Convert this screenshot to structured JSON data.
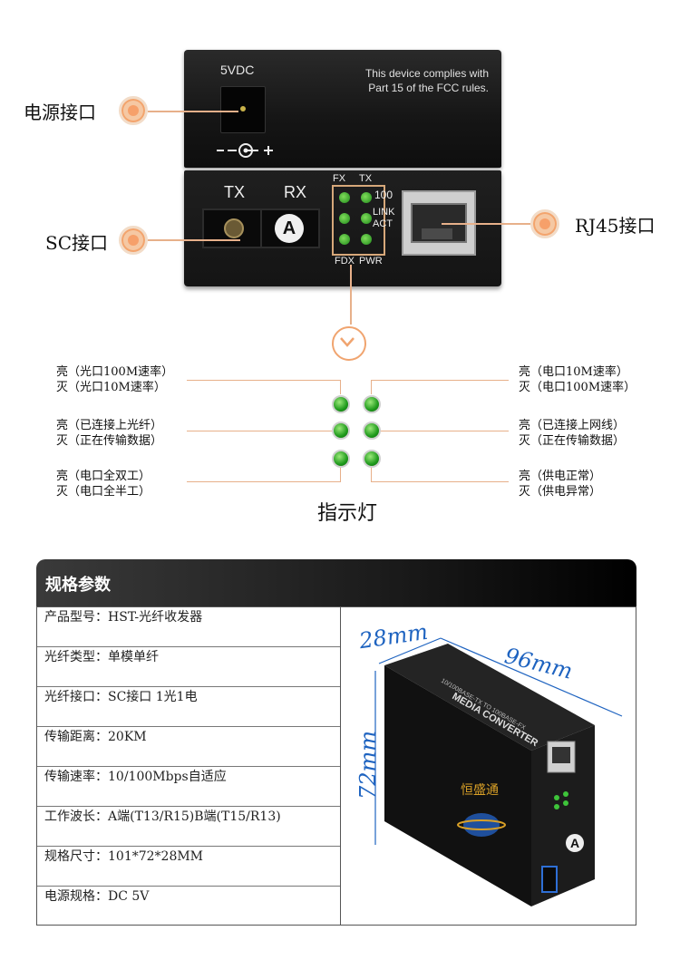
{
  "device": {
    "power_label": "5VDC",
    "fcc_line1": "This device complies with",
    "fcc_line2": "Part 15 of the FCC rules.",
    "polarity": "-‒⊙-+",
    "tx": "TX",
    "rx": "RX",
    "badge": "A",
    "led_fx": "FX",
    "led_tx": "TX",
    "led_100": "100",
    "led_link": "LINK",
    "led_act": "ACT",
    "led_fdx": "FDX",
    "led_pwr": "PWR"
  },
  "callouts": {
    "power": "电源接口",
    "sc": "SC接口",
    "rj45": "RJ45接口"
  },
  "indicator": {
    "title": "指示灯",
    "left": [
      {
        "on": "亮（光口100M速率）",
        "off": "灭（光口10M速率）"
      },
      {
        "on": "亮（已连接上光纤）",
        "off": "灭（正在传输数据）"
      },
      {
        "on": "亮（电口全双工）",
        "off": "灭（电口全半工）"
      }
    ],
    "right": [
      {
        "on": "亮（电口10M速率）",
        "off": "灭（电口100M速率）"
      },
      {
        "on": "亮（已连接上网线）",
        "off": "灭（正在传输数据）"
      },
      {
        "on": "亮（供电正常）",
        "off": "灭（供电异常）"
      }
    ]
  },
  "spec": {
    "title": "规格参数",
    "rows": [
      "产品型号：HST-光纤收发器",
      "光纤类型：单模单纤",
      "光纤接口：SC接口 1光1电",
      "传输距离：20KM",
      "传输速率：10/100Mbps自适应",
      "工作波长：A端(T13/R15)B端(T15/R13)",
      "规格尺寸：101*72*28MM",
      "电源规格：DC 5V"
    ],
    "dims": {
      "depth": "28mm",
      "length": "96mm",
      "height": "72mm"
    },
    "photo_text": {
      "converter": "MEDIA CONVERTER",
      "model": "10/100BASE-TX TO 100BASE-FX",
      "brand": "恒盛通"
    }
  }
}
